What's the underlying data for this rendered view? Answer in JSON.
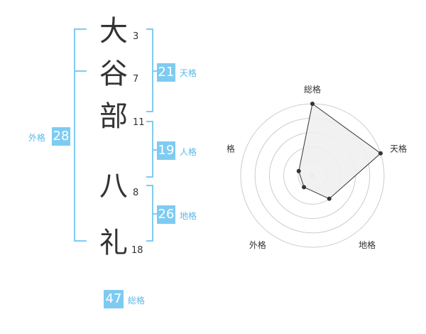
{
  "name": {
    "characters": [
      {
        "char": "大",
        "strokes": "3"
      },
      {
        "char": "谷",
        "strokes": "7"
      },
      {
        "char": "部",
        "strokes": "11"
      },
      {
        "char": "八",
        "strokes": "8"
      },
      {
        "char": "礼",
        "strokes": "18"
      }
    ]
  },
  "fortune": {
    "tenkaku": {
      "value": "21",
      "label": "天格"
    },
    "jinkaku": {
      "value": "19",
      "label": "人格"
    },
    "chikaku": {
      "value": "26",
      "label": "地格"
    },
    "gaikaku": {
      "value": "28",
      "label": "外格"
    },
    "soukaku": {
      "value": "47",
      "label": "総格"
    }
  },
  "colors": {
    "accent": "#7ecbf2",
    "accent_text": "#5bb8e8",
    "text": "#333333",
    "radar_fill": "#f0f0f0",
    "radar_ring": "#cccccc"
  },
  "chart_data": {
    "type": "radar",
    "axes": [
      "総格",
      "天格",
      "地格",
      "外格",
      "人格"
    ],
    "values": [
      5,
      5,
      2,
      1,
      1
    ],
    "rmax": 5,
    "rings": 5,
    "grid": true
  }
}
